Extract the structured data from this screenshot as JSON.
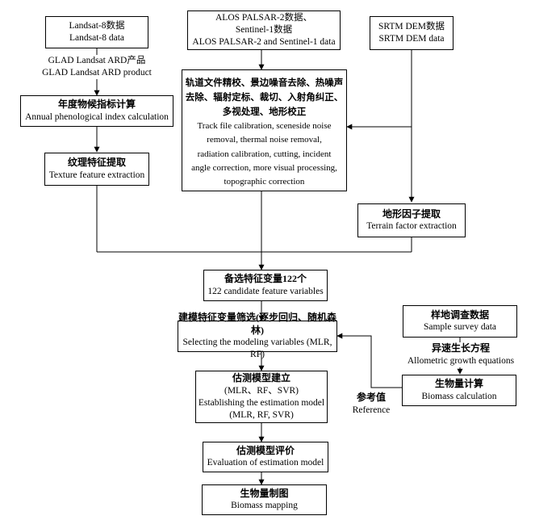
{
  "landsat": {
    "cn": "Landsat-8数据",
    "en": "Landsat-8 data"
  },
  "alos": {
    "cn": "ALOS PALSAR-2数据、",
    "cn2": "Sentinel-1数据",
    "en": "ALOS PALSAR-2 and Sentinel-1 data"
  },
  "srtm": {
    "cn": "SRTM DEM数据",
    "en": "SRTM DEM data"
  },
  "glad": {
    "cn": "GLAD Landsat ARD产品",
    "en": "GLAD Landsat ARD product"
  },
  "phenology": {
    "cn": "年度物候指标计算",
    "en": "Annual phenological index calculation"
  },
  "texture": {
    "cn": "纹理特征提取",
    "en": "Texture feature extraction"
  },
  "processing": {
    "cn1": "轨道文件精校、景边噪音去除、热噪声",
    "cn2": "去除、辐射定标、裁切、入射角纠正、",
    "cn3": "多视处理、地形校正",
    "en1": "Track file calibration, sceneside noise",
    "en2": "removal, thermal noise removal,",
    "en3": "radiation calibration, cutting, incident",
    "en4": "angle correction, more visual processing,",
    "en5": "topographic correction"
  },
  "terrain": {
    "cn": "地形因子提取",
    "en": "Terrain factor extraction"
  },
  "candidate": {
    "cn": "备选特征变量122个",
    "en": "122 candidate feature variables"
  },
  "selection": {
    "cn": "建模特征变量筛选(逐步回归、随机森林)",
    "en": "Selecting the modeling variables (MLR, RF)"
  },
  "sample": {
    "cn": "样地调查数据",
    "en": "Sample survey data"
  },
  "allometric": {
    "cn": "异速生长方程",
    "en": "Allometric growth equations"
  },
  "model": {
    "cn": "估测模型建立",
    "cn2": "(MLR、RF、SVR)",
    "en": "Establishing the estimation model",
    "en2": "(MLR, RF, SVR)"
  },
  "biomass_calc": {
    "cn": "生物量计算",
    "en": "Biomass calculation"
  },
  "reference": {
    "cn": "参考值",
    "en": "Reference"
  },
  "evaluation": {
    "cn": "估测模型评价",
    "en": "Evaluation of estimation model"
  },
  "mapping": {
    "cn": "生物量制图",
    "en": "Biomass mapping"
  }
}
